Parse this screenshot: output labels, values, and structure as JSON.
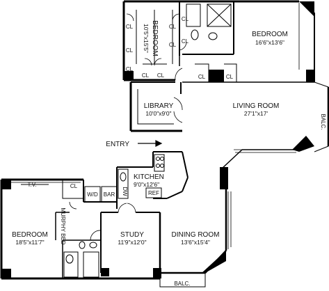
{
  "rooms": {
    "bedroom_top": {
      "name": "BEDROOM",
      "dims": "16'6\"x13'6\""
    },
    "bedroom_left_vertical": {
      "name": "BEDROOM",
      "dims": "10'5\"x15'5\""
    },
    "library": {
      "name": "LIBRARY",
      "dims": "10'0\"x9'0\""
    },
    "living_room": {
      "name": "LIVING ROOM",
      "dims": "27'1\"x17'"
    },
    "kitchen": {
      "name": "KITCHEN",
      "dims": "9'0\"x12'6\""
    },
    "bedroom_bottom": {
      "name": "BEDROOM",
      "dims": "18'5\"x11'7\""
    },
    "study": {
      "name": "STUDY",
      "dims": "11'9\"x12'0\""
    },
    "dining_room": {
      "name": "DINING ROOM",
      "dims": "13'6\"x15'4\""
    }
  },
  "labels": {
    "closet": "CL",
    "balcony": "BALC.",
    "entry": "ENTRY",
    "tv": "T.V.",
    "washer_dryer": "W/D",
    "bar": "BAR",
    "dishwasher": "DW",
    "refrigerator": "REF",
    "murphy_bed": "MURPHY BED"
  }
}
